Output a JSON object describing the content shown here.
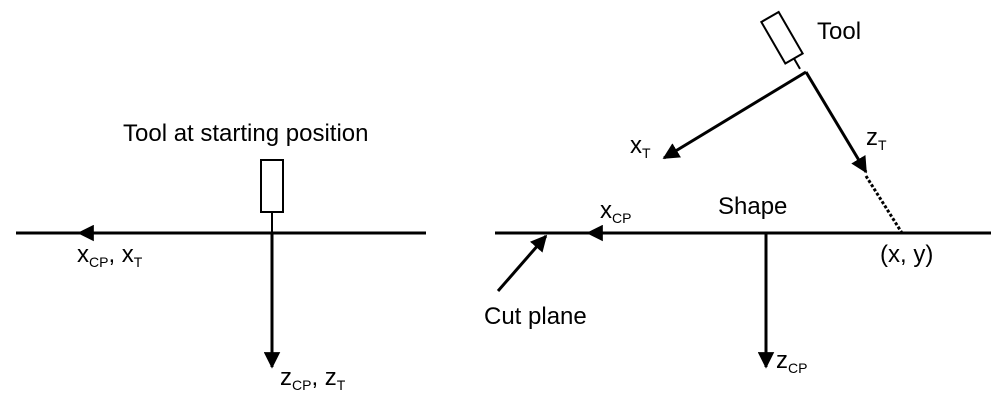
{
  "left": {
    "caption": "Tool at starting position",
    "x_axis": {
      "main": "x",
      "sub": "CP",
      "sep": ", ",
      "main2": "x",
      "sub2": "T"
    },
    "z_axis": {
      "main": "z",
      "sub": "CP",
      "sep": ", ",
      "main2": "z",
      "sub2": "T"
    }
  },
  "right": {
    "tool_label": "Tool",
    "shape_label": "Shape",
    "point_label": "(x, y)",
    "cut_plane_label": "Cut plane",
    "xT": {
      "main": "x",
      "sub": "T"
    },
    "zT": {
      "main": "z",
      "sub": "T"
    },
    "xCP": {
      "main": "x",
      "sub": "CP"
    },
    "zCP": {
      "main": "z",
      "sub": "CP"
    }
  }
}
